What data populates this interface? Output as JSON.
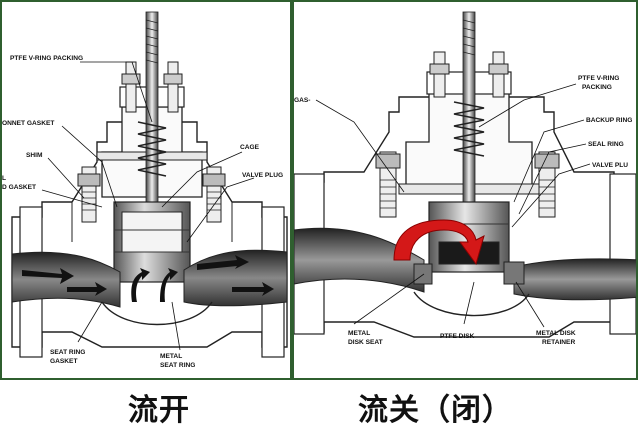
{
  "left": {
    "labels": {
      "ptfe_vring_packing": "PTFE V-RING PACKING",
      "bonnet_gasket": "ONNET GASKET",
      "shim": "SHIM",
      "gasket_l1": "L",
      "gasket_l2": "D GASKET",
      "cage": "CAGE",
      "valve_plug": "VALVE PLUG",
      "seat_ring_gasket_l1": "SEAT RING",
      "seat_ring_gasket_l2": "GASKET",
      "metal_seat_ring_l1": "METAL",
      "metal_seat_ring_l2": "SEAT RING"
    },
    "caption": "流开"
  },
  "right": {
    "labels": {
      "gas": "GAS-",
      "ptfe_vring_packing_l1": "PTFE V-RING",
      "ptfe_vring_packing_l2": "PACKING",
      "backup_ring": "BACKUP RING",
      "seal_ring": "SEAL RING",
      "valve_plug": "VALVE PLU",
      "metal_disk_seat_l1": "METAL",
      "metal_disk_seat_l2": "DISK SEAT",
      "ptfe_disk": "PTFE DISK",
      "metal_disk_retainer_l1": "METAL DISK",
      "metal_disk_retainer_l2": "RETAINER"
    },
    "caption": "流关（闭）"
  },
  "colors": {
    "flow_arrow": "#d41818",
    "panel_border": "#2f5f2f"
  }
}
